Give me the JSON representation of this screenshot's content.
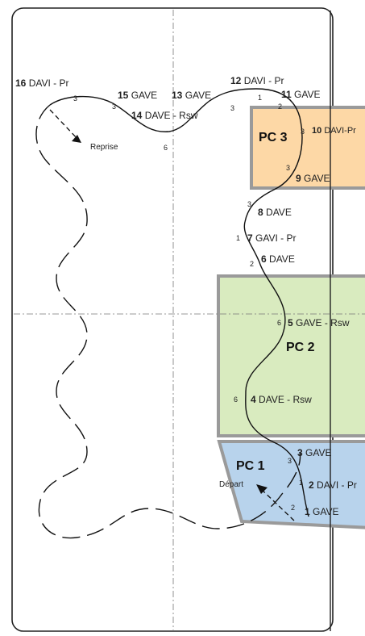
{
  "colors": {
    "pc1": "#b8d3ec",
    "pc2": "#d9ebbf",
    "pc3": "#fdd8a6",
    "pc_border": "#9a9a9a"
  },
  "zones": {
    "pc1": "PC 1",
    "pc2": "PC 2",
    "pc3": "PC 3"
  },
  "markers": {
    "start": "Départ",
    "resume": "Reprise"
  },
  "figures": [
    {
      "num": "1",
      "text": "GAVE"
    },
    {
      "num": "2",
      "text": "DAVI - Pr"
    },
    {
      "num": "3",
      "text": "GAVE"
    },
    {
      "num": "4",
      "text": "DAVE - Rsw"
    },
    {
      "num": "5",
      "text": "GAVE - Rsw"
    },
    {
      "num": "6",
      "text": "DAVE"
    },
    {
      "num": "7",
      "text": "GAVI - Pr"
    },
    {
      "num": "8",
      "text": "DAVE"
    },
    {
      "num": "9",
      "text": "GAVE"
    },
    {
      "num": "10",
      "text": "DAVI-Pr"
    },
    {
      "num": "11",
      "text": "GAVE"
    },
    {
      "num": "12",
      "text": "DAVI - Pr"
    },
    {
      "num": "13",
      "text": "GAVE"
    },
    {
      "num": "14",
      "text": "DAVE - Rsw"
    },
    {
      "num": "15",
      "text": "GAVE"
    },
    {
      "num": "16",
      "text": "DAVI - Pr"
    }
  ],
  "counts": [
    "2",
    "1",
    "3",
    "6",
    "6",
    "2",
    "1",
    "3",
    "3",
    "3",
    "2",
    "1",
    "3",
    "3",
    "6",
    "3"
  ]
}
